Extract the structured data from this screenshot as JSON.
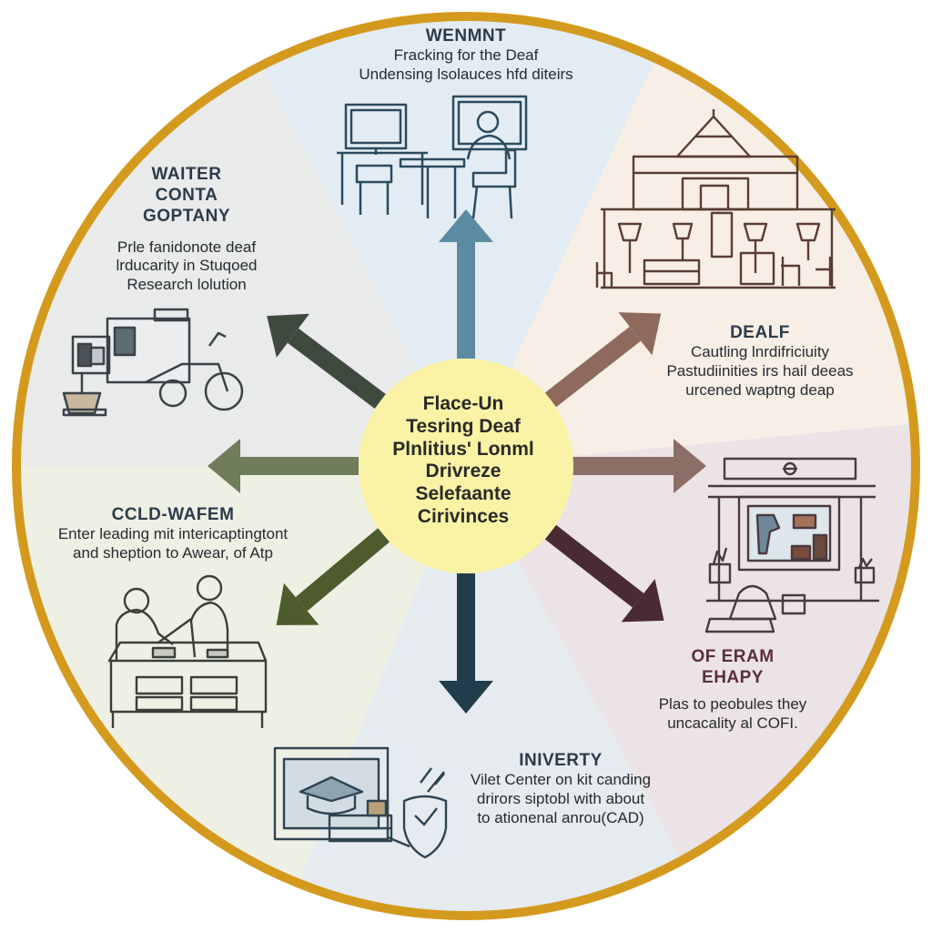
{
  "center": {
    "lines": [
      "Flace-Un",
      "Tesring Deaf",
      "Plnlitius' Lonml",
      "Drivreze",
      "Selefaante",
      "Cirivinces"
    ]
  },
  "segments": {
    "top": {
      "title": "WENMNT",
      "lines": [
        "Fracking for the Deaf",
        "Undensing lsolauces hfd diteirs"
      ],
      "icon": "computer-workstation-icon"
    },
    "upper_left": {
      "title_lines": [
        "WAITER",
        "CONTA",
        "GOPTANY"
      ],
      "lines": [
        "Prle fanidonote deaf",
        "lrducarity in Stuqoed",
        "Research lolution"
      ],
      "icon": "vehicle-machine-icon"
    },
    "right_upper": {
      "title": "DEALF",
      "lines": [
        "Cautling lnrdifriciuity",
        "Pastudiinities irs hail deeas",
        "urcened waptng deap"
      ],
      "icon": "building-interior-icon"
    },
    "left": {
      "title": "CCLD-WAFEM",
      "lines": [
        "Enter leading mit intericaptingtont",
        "and sheption to Awear, of Atp"
      ],
      "icon": "people-at-desk-icon"
    },
    "right_lower": {
      "title_lines": [
        "OF ERAM",
        "EHAPY"
      ],
      "lines": [
        "Plas to peobules they",
        "uncacality al COFI."
      ],
      "icon": "workshop-station-icon"
    },
    "bottom": {
      "title": "INIVERTY",
      "lines": [
        "Vilet Center on kit canding",
        "drirors siptobl with about",
        "to ationenal anrou(CAD)"
      ],
      "icon": "monitor-shield-icon"
    }
  },
  "colors": {
    "ring": "#d49a1e",
    "center_fill": "#faf3a6",
    "arrow_top": "#5b8ba0",
    "arrow_upper_left": "#3f4a3f",
    "arrow_left": "#6f7d5a",
    "arrow_lower_left": "#4e5b2c",
    "arrow_bottom": "#213d4b",
    "arrow_lower_right": "#4a2a36",
    "arrow_right": "#8b6e66",
    "arrow_upper_right": "#8e6a5c"
  }
}
